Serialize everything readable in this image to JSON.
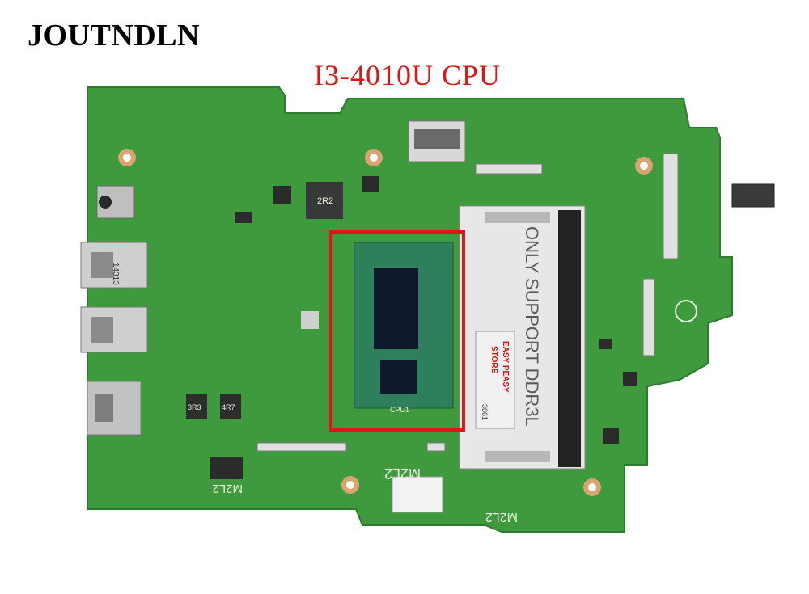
{
  "brand": "JOUTNDLN",
  "subtitle": "I3-4010U CPU",
  "board_labels": {
    "ram_note": "ONLY SUPPORT DDR3L",
    "sticker": [
      "EASY PEASY",
      "STORE",
      "3061"
    ],
    "bottom_left": "M2L2",
    "bottom_mid": "M2L2",
    "bottom_right": "M2L2",
    "cpu_label": "CPU1",
    "usb_chip": "14313",
    "inductor_a": "2R2",
    "inductor_b": "3R3",
    "inductor_c": "4R7"
  },
  "colors": {
    "pcb": "#3f9a3d",
    "pcb_dark": "#2f7f33",
    "highlight_box": "#e01515",
    "cpu_substrate": "#2e7f5c",
    "cpu_die": "#0e1a2c",
    "metal": "#c9c9c9"
  }
}
